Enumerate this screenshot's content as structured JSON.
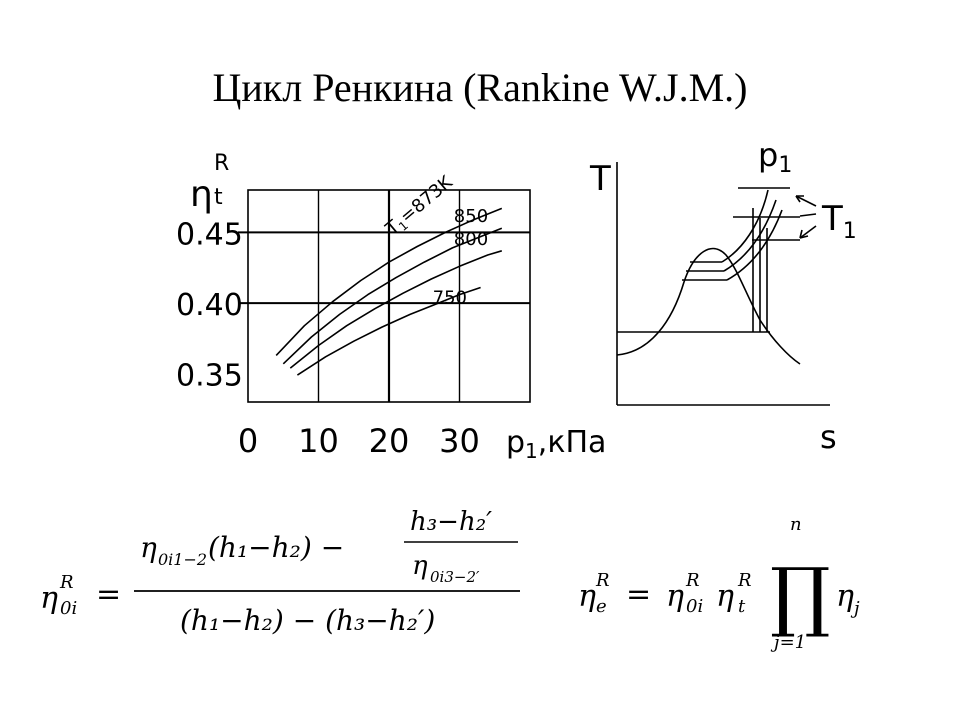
{
  "title": "Цикл Ренкина (Rankine W.J.M.)",
  "chart_data": [
    {
      "type": "line",
      "title": "",
      "ylabel": "ηtR",
      "ylabel_main": "η",
      "ylabel_sub": "t",
      "ylabel_sup": "R",
      "xlabel": "p1,кПа",
      "xlabel_main": "p",
      "xlabel_sub": "1",
      "xlabel_rest": ",кПа",
      "xlim": [
        0,
        40
      ],
      "ylim": [
        0.33,
        0.48
      ],
      "x_ticks": [
        0,
        10,
        20,
        30
      ],
      "x_tick_labels": [
        "0",
        "10",
        "20",
        "30"
      ],
      "y_ticks": [
        0.35,
        0.4,
        0.45
      ],
      "y_tick_labels": [
        "0.35",
        "0.40",
        "0.45"
      ],
      "grid": true,
      "series": [
        {
          "name": "T1=873K",
          "label_main": "T",
          "label_sub": "1",
          "label_rest": "=873K",
          "x": [
            4,
            8,
            12,
            16,
            20,
            24,
            28,
            32,
            36
          ],
          "y": [
            0.363,
            0.384,
            0.401,
            0.416,
            0.429,
            0.44,
            0.45,
            0.459,
            0.467
          ]
        },
        {
          "name": "850",
          "x": [
            5,
            9,
            13,
            17,
            21,
            25,
            29,
            33,
            36
          ],
          "y": [
            0.357,
            0.376,
            0.392,
            0.406,
            0.418,
            0.429,
            0.439,
            0.447,
            0.453
          ]
        },
        {
          "name": "800",
          "x": [
            6,
            10,
            14,
            18,
            22,
            26,
            30,
            34,
            36
          ],
          "y": [
            0.354,
            0.37,
            0.384,
            0.396,
            0.407,
            0.417,
            0.426,
            0.434,
            0.437
          ]
        },
        {
          "name": "750",
          "x": [
            7,
            11,
            15,
            19,
            23,
            27,
            30,
            33
          ],
          "y": [
            0.349,
            0.362,
            0.373,
            0.383,
            0.392,
            0.4,
            0.406,
            0.411
          ]
        }
      ]
    },
    {
      "type": "diagram",
      "title": "",
      "ylabel": "T",
      "xlabel": "s",
      "p_label_main": "p",
      "p_label_sub": "1",
      "t_label_main": "T",
      "t_label_sub": "1"
    }
  ],
  "formulas": {
    "eta0i": {
      "lhs": "η",
      "lhs_sub": "0i",
      "lhs_sup": "R",
      "num_eta": "η",
      "num_eta_sub": "0i1−2",
      "num_paren": "(h₁−h₂) −",
      "inner_num": "h₃−h₂′",
      "inner_den_eta": "η",
      "inner_den_sub": "0i3−2′",
      "den": "(h₁−h₂) − (h₃−h₂′)",
      "eq": "="
    },
    "etae": {
      "lhs": "η",
      "lhs_sub": "e",
      "lhs_sup": "R",
      "eq": "=",
      "r1": "η",
      "r1_sub": "0i",
      "r1_sup": "R",
      "r2": "η",
      "r2_sub": "t",
      "r2_sup": "R",
      "prod": "∏",
      "prod_top": "n",
      "prod_bot": "j=1",
      "last": "η",
      "last_sub": "j"
    }
  }
}
